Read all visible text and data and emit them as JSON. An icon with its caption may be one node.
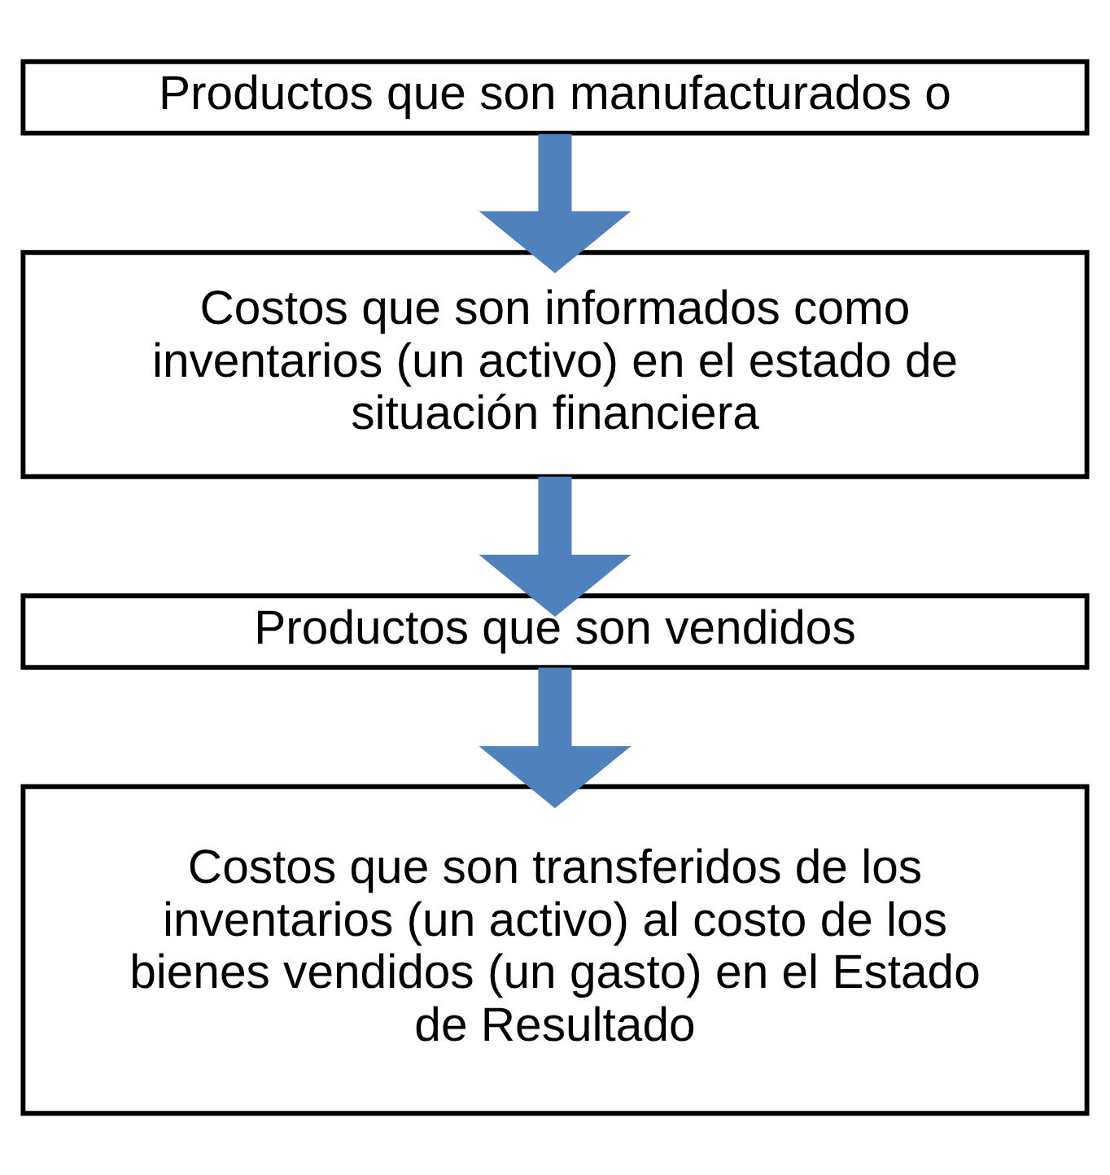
{
  "diagram": {
    "nodes": [
      {
        "text": [
          "Productos que son manufacturados o"
        ]
      },
      {
        "text": [
          "Costos que son informados como inventarios (un activo) en el estado de situación financiera"
        ]
      },
      {
        "text": [
          "Productos que son vendidos"
        ]
      },
      {
        "text": [
          "Costos que son transferidos de los inventarios (un activo) al costo de los bienes vendidos (un gasto) en el Estado de Resultado"
        ]
      }
    ],
    "edges": [
      {
        "from": 0,
        "to": 1,
        "arrow": "to"
      },
      {
        "from": 1,
        "to": 2,
        "arrow": "to"
      },
      {
        "from": 2,
        "to": 3,
        "arrow": "to"
      }
    ]
  }
}
